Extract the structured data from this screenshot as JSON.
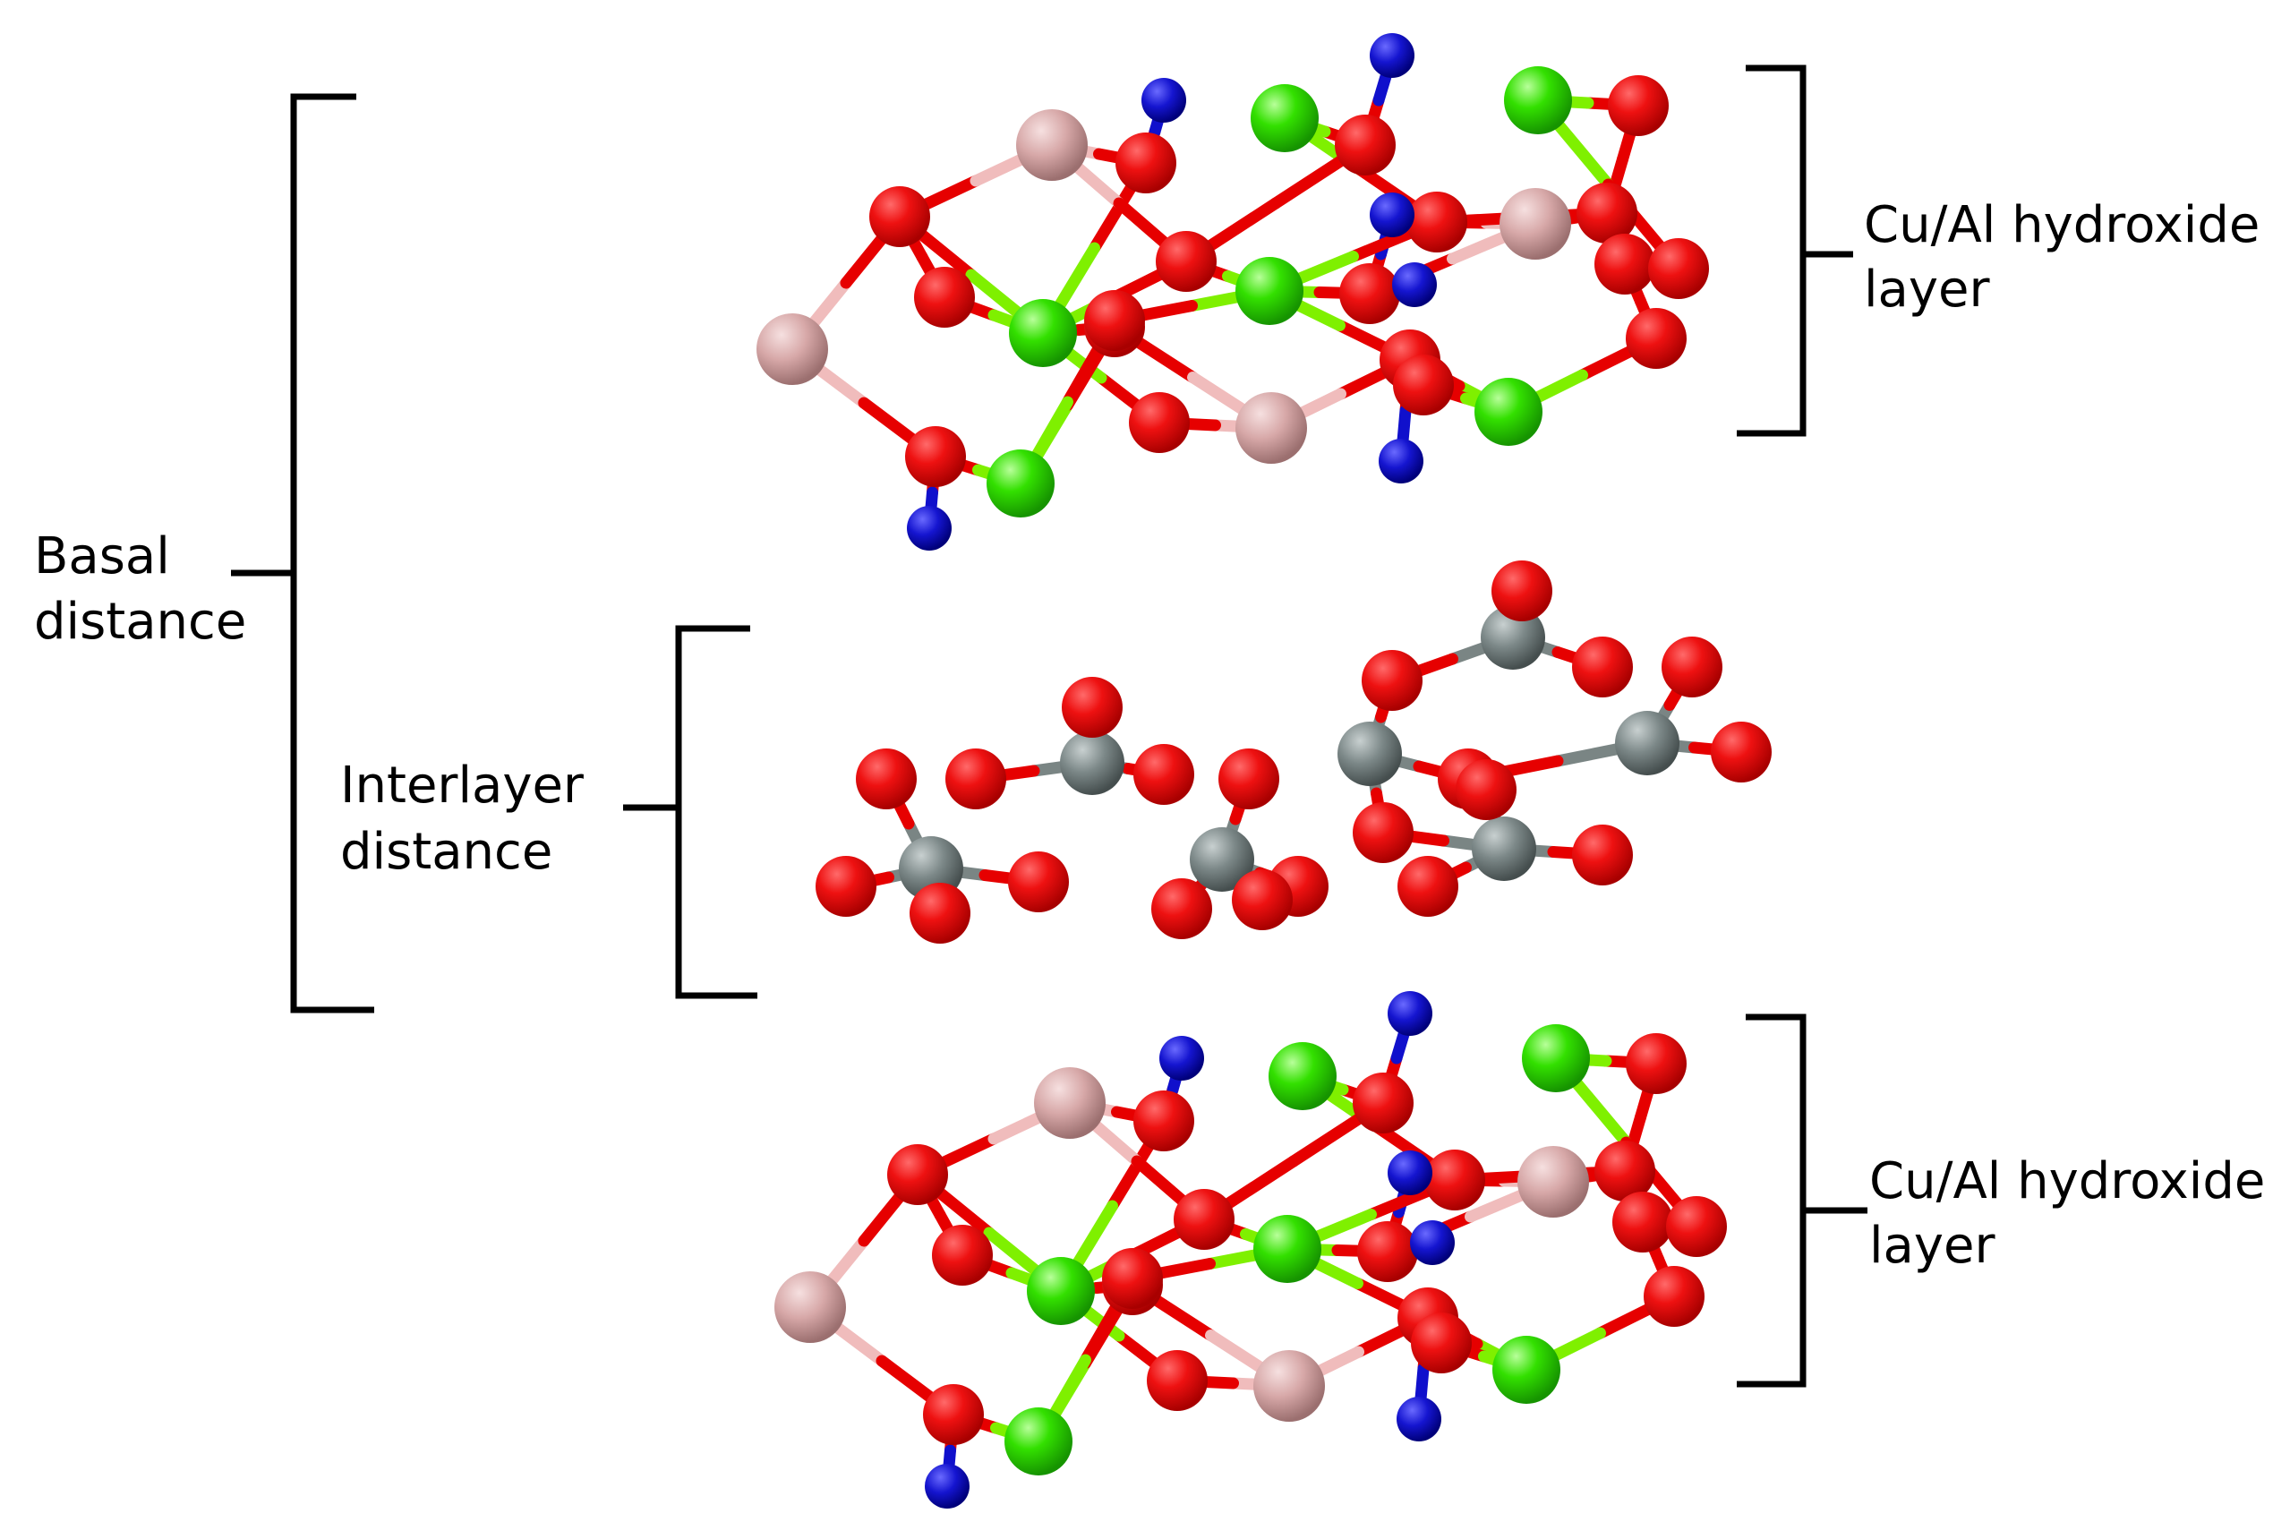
{
  "labels": {
    "basal_line1": "Basal",
    "basal_line2": "distance",
    "interlayer_line1": "Interlayer",
    "interlayer_line2": "distance",
    "top_layer_line1": "Cu/Al hydroxide",
    "top_layer_line2": "layer",
    "bottom_layer_line1": "Cu/Al hydroxide",
    "bottom_layer_line2": "layer"
  },
  "colors": {
    "oxygen": "#e60000",
    "hydrogen": "#1010cc",
    "copper": "#22dd00",
    "aluminium": "#d4a5a5",
    "carbon": "#7a8584",
    "bracket": "#000000"
  }
}
